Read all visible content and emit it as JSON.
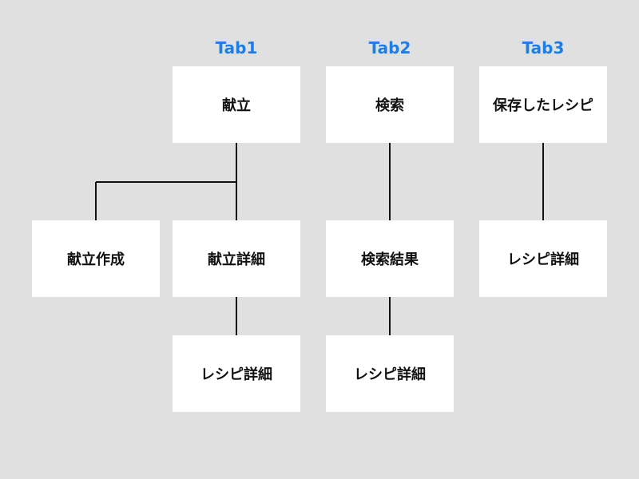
{
  "colors": {
    "background": "#e0e0e0",
    "node_fill": "#ffffff",
    "tab_label": "#1f7de6",
    "line": "#111111"
  },
  "tabs": [
    {
      "label": "Tab1",
      "root": "献立",
      "children": [
        "献立作成",
        "献立詳細"
      ],
      "grandchild": "レシピ詳細"
    },
    {
      "label": "Tab2",
      "root": "検索",
      "child": "検索結果",
      "grandchild": "レシピ詳細"
    },
    {
      "label": "Tab3",
      "root": "保存したレシピ",
      "child": "レシピ詳細"
    }
  ]
}
